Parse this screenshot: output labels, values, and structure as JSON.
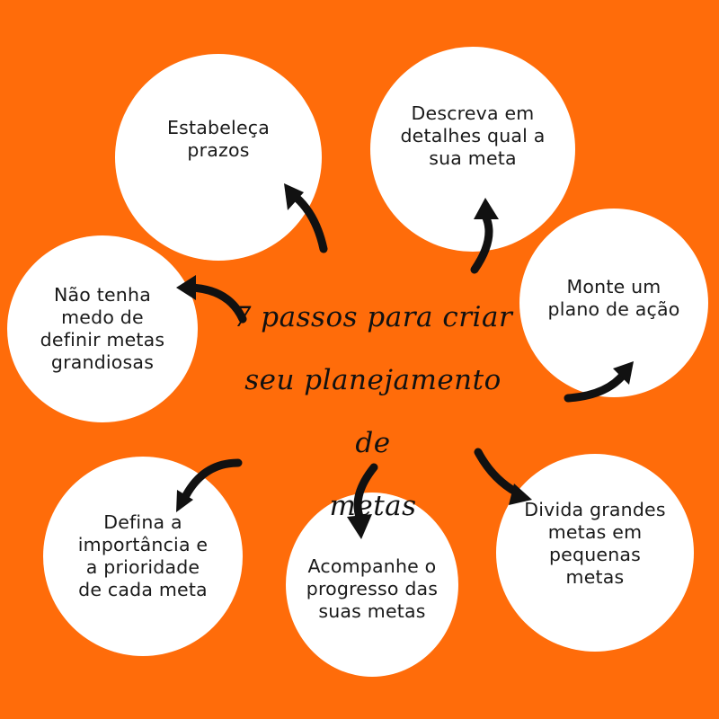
{
  "colors": {
    "background": "#ff6c0a",
    "circle": "#ffffff",
    "text": "#1a1a1a",
    "arrow": "#111111"
  },
  "title": "7 passos para criar\nseu planejamento de\nmetas",
  "steps": [
    {
      "label": "Estabeleça\nprazos"
    },
    {
      "label": "Descreva em\ndetalhes qual a\nsua meta"
    },
    {
      "label": "Monte um\nplano de ação"
    },
    {
      "label": "Divida grandes\nmetas em\npequenas\nmetas"
    },
    {
      "label": "Acompanhe o\nprogresso das\nsuas metas"
    },
    {
      "label": "Defina a\nimportância e\na prioridade\nde cada meta"
    },
    {
      "label": "Não tenha\nmedo de\ndefinir metas\ngrandiosas"
    }
  ]
}
